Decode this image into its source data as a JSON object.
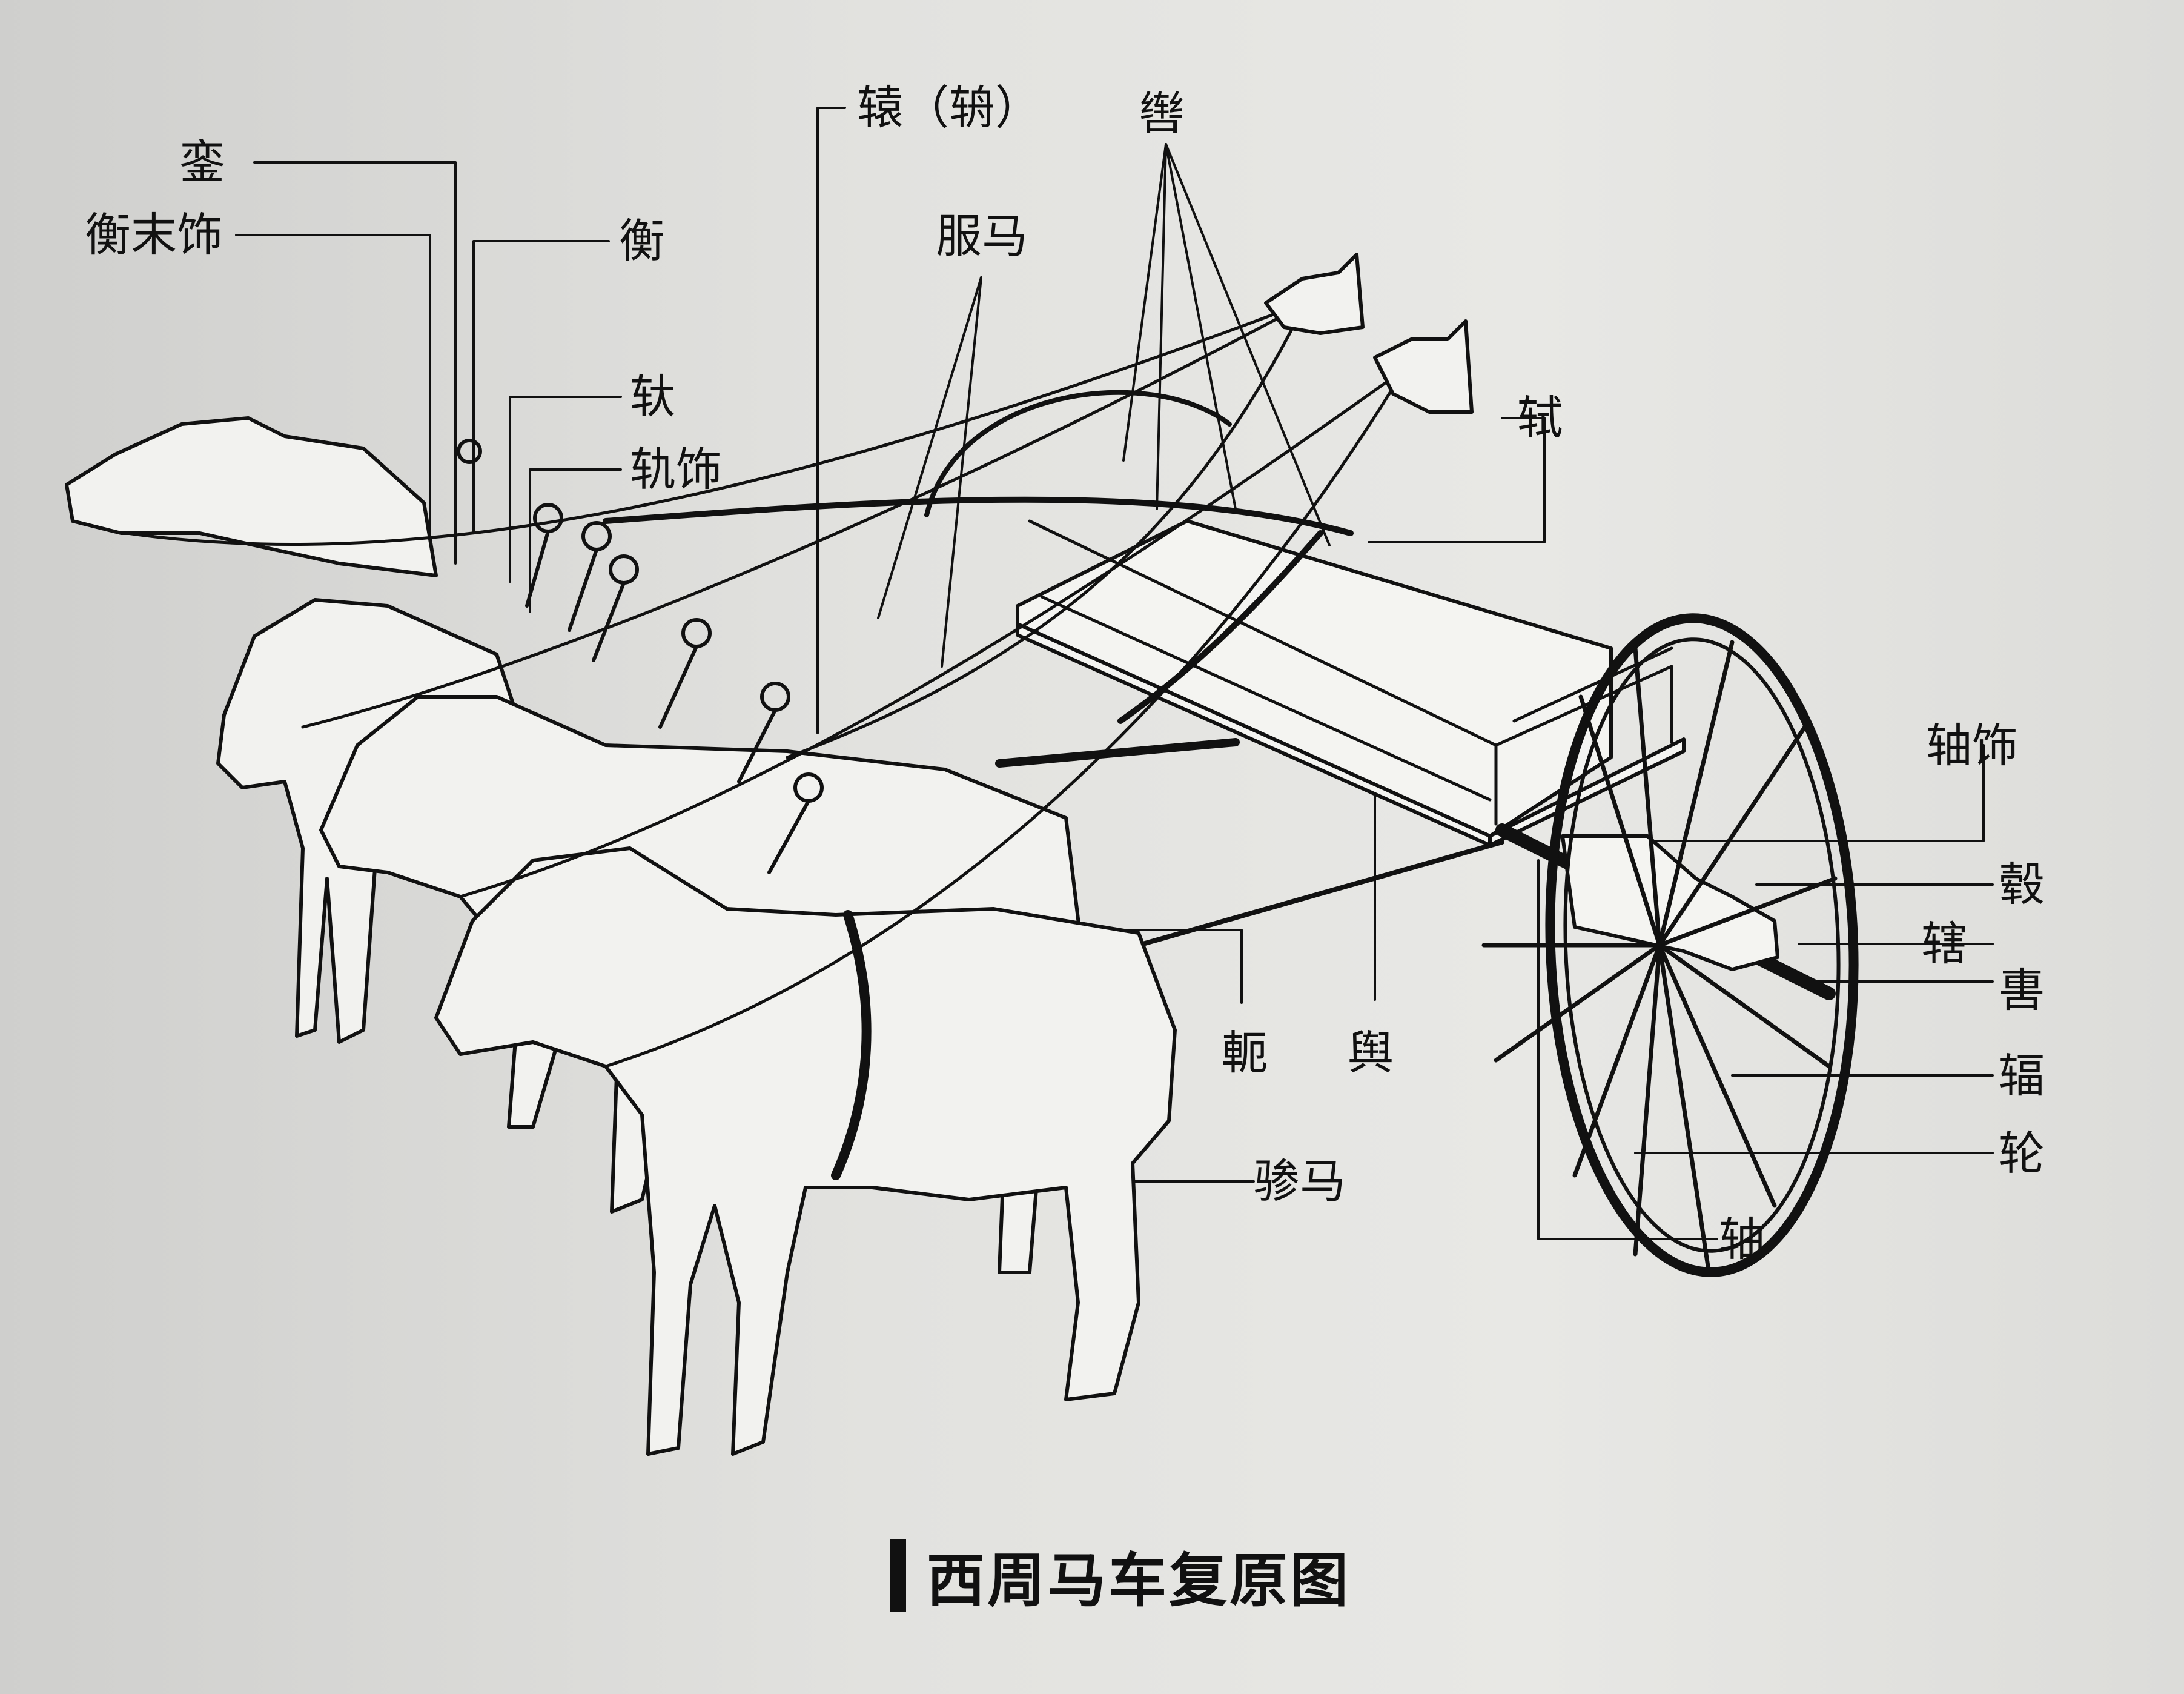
{
  "caption": "西周马车复原图",
  "labels": {
    "luan": "銮",
    "heng_mo_shi": "衡末饰",
    "heng": "衡",
    "ni": "轪",
    "gui_shi": "轨饰",
    "yuan": "辕（辀）",
    "pei": "辔",
    "fu_ma": "服马",
    "shi": "轼",
    "zhou_shi": "轴饰",
    "gu": "毂",
    "xia": "辖",
    "wei": "軎",
    "fu": "辐",
    "lun": "轮",
    "zhou": "轴",
    "e": "軛",
    "yu": "舆",
    "can_ma": "骖马"
  },
  "colors": {
    "ink": "#111111",
    "paper": "#e4e4e1"
  }
}
